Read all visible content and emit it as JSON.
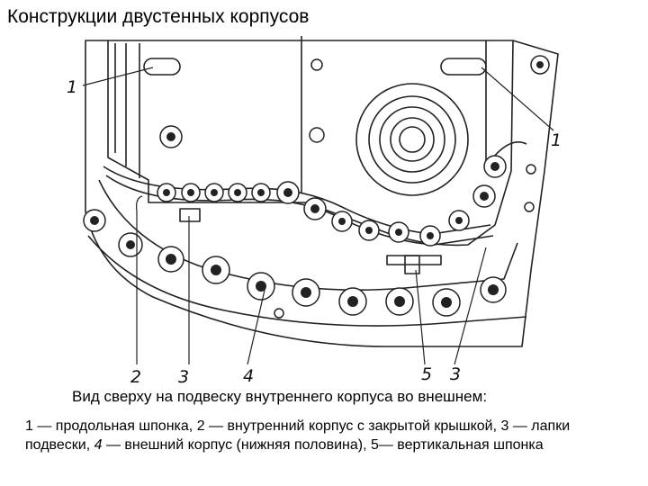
{
  "title": "Конструкции двустенных корпусов",
  "figure": {
    "callouts": {
      "c1_left": "1",
      "c1_right": "1",
      "c2": "2",
      "c3_left": "3",
      "c4": "4",
      "c5": "5",
      "c3_right": "3"
    },
    "caption": "Вид сверху на подвеску внутреннего корпуса во внешнем:",
    "legend": {
      "n1": "1",
      "t1": " — продольная шпонка, ",
      "n2": "2",
      "t2": " — внутренний корпус с закрытой крышкой, ",
      "n3": "3",
      "t3": " — лапки подвески, ",
      "n4": "4",
      "t4": " — внешний корпус (нижняя половина), ",
      "n5": "5",
      "t5": "— вертикальная шпонка"
    }
  }
}
